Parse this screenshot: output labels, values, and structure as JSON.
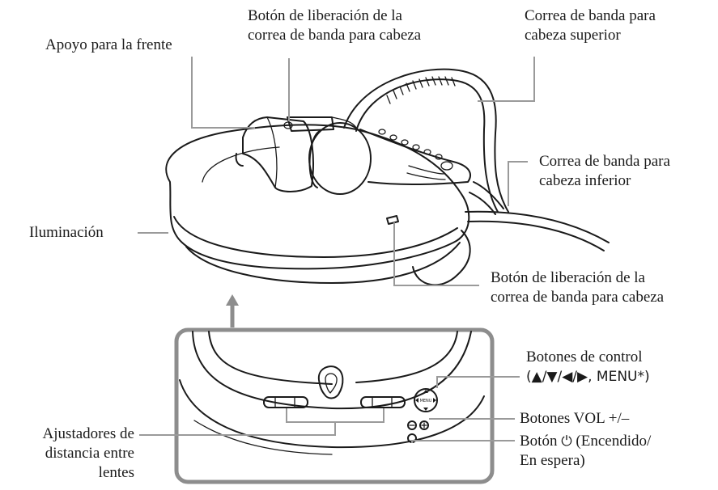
{
  "labels": {
    "forehead_rest": "Apoyo para la frente",
    "release_top_line1": "Botón de liberación de la",
    "release_top_line2": "correa de banda para cabeza",
    "upper_strap_line1": "Correa de banda para",
    "upper_strap_line2": "cabeza superior",
    "lower_strap_line1": "Correa de banda para",
    "lower_strap_line2": "cabeza inferior",
    "illumination": "Iluminación",
    "release_bottom_line1": "Botón de liberación de la",
    "release_bottom_line2": "correa de banda para cabeza",
    "control_buttons_line1": "Botones de control",
    "control_buttons_line2": "(▲/▼/◀/▶, MENU*)",
    "vol_buttons": "Botones VOL +/–",
    "power_line1": "Botón",
    "power_symbol": "⏻",
    "power_line1_rest": "(Encendido/",
    "power_line2": "En espera)",
    "lens_adjusters_line1": "Ajustadores de",
    "lens_adjusters_line2": "distancia entre",
    "lens_adjusters_line3": "lentes"
  },
  "device_marks": {
    "menu_label": "MENU"
  },
  "colors": {
    "leader_lines": "#9a9a9a",
    "callout_frame": "#8d8d8d",
    "outline": "#1a1a1a"
  }
}
